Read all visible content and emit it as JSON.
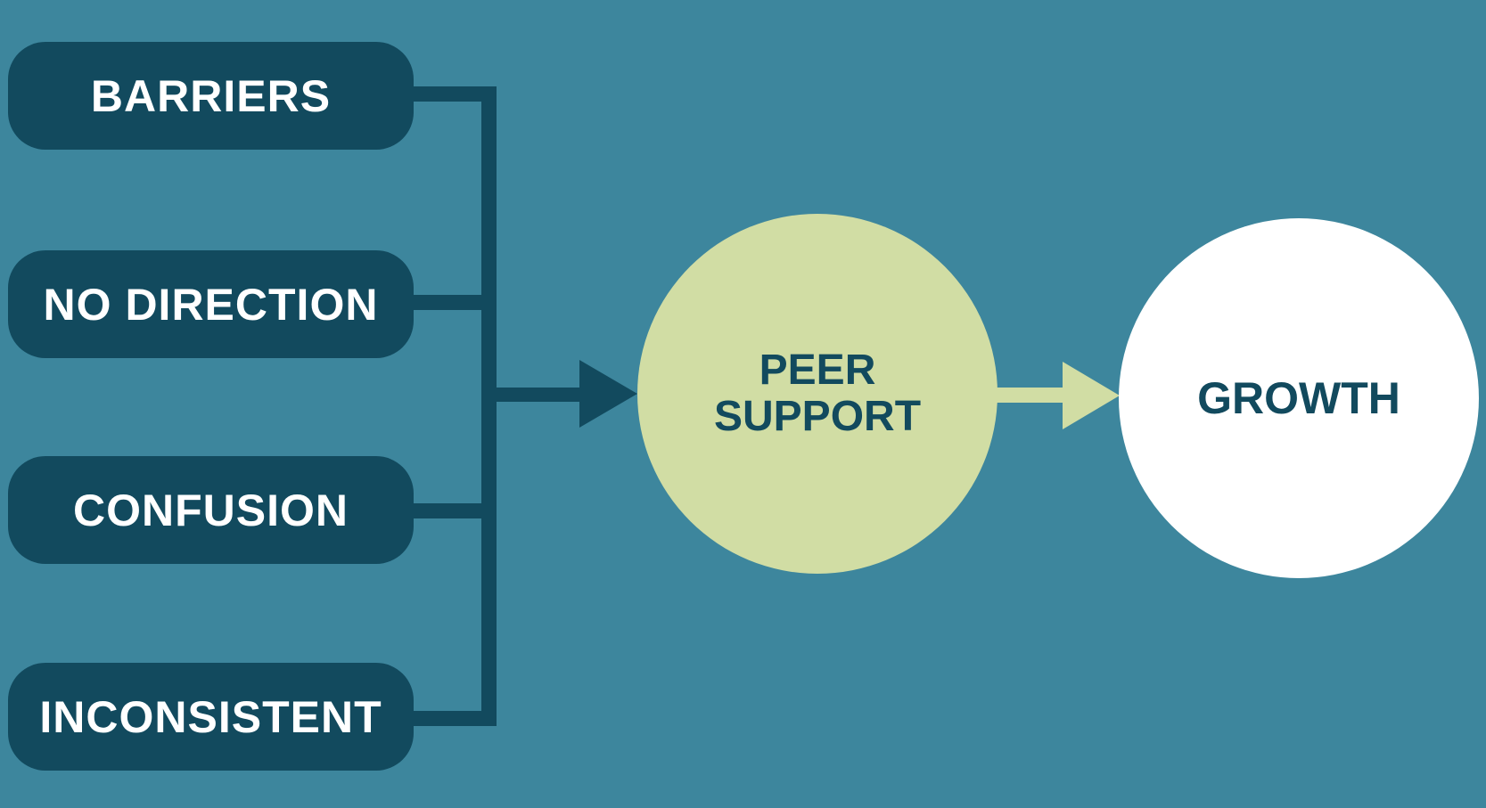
{
  "inputs": [
    "BARRIERS",
    "NO DIRECTION",
    "CONFUSION",
    "INCONSISTENT"
  ],
  "center": {
    "line1": "PEER",
    "line2": "SUPPORT"
  },
  "outcome": "GROWTH",
  "colors": {
    "background": "#3d869d",
    "dark": "#124a5e",
    "green": "#d1dda4",
    "white": "#ffffff"
  }
}
